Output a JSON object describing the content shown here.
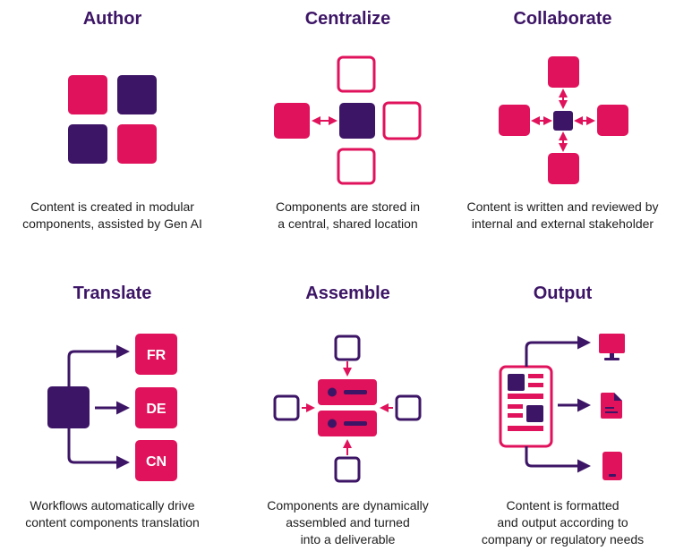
{
  "colors": {
    "pink": "#e0125b",
    "purple": "#3d1566"
  },
  "panels": {
    "author": {
      "title": "Author",
      "description": [
        "Content is created in modular",
        "components, assisted by Gen AI"
      ]
    },
    "centralize": {
      "title": "Centralize",
      "description": [
        "Components are stored in",
        "a central, shared location"
      ]
    },
    "collaborate": {
      "title": "Collaborate",
      "description": [
        "Content is written and reviewed by",
        "internal and external stakeholder"
      ]
    },
    "translate": {
      "title": "Translate",
      "languages": [
        "FR",
        "DE",
        "CN"
      ],
      "description": [
        "Workflows automatically drive",
        "content components translation"
      ]
    },
    "assemble": {
      "title": "Assemble",
      "description": [
        "Components are dynamically",
        "assembled and turned",
        "into a deliverable"
      ]
    },
    "output": {
      "title": "Output",
      "description": [
        "Content is formatted",
        "and output according to",
        "company or regulatory needs"
      ]
    }
  }
}
